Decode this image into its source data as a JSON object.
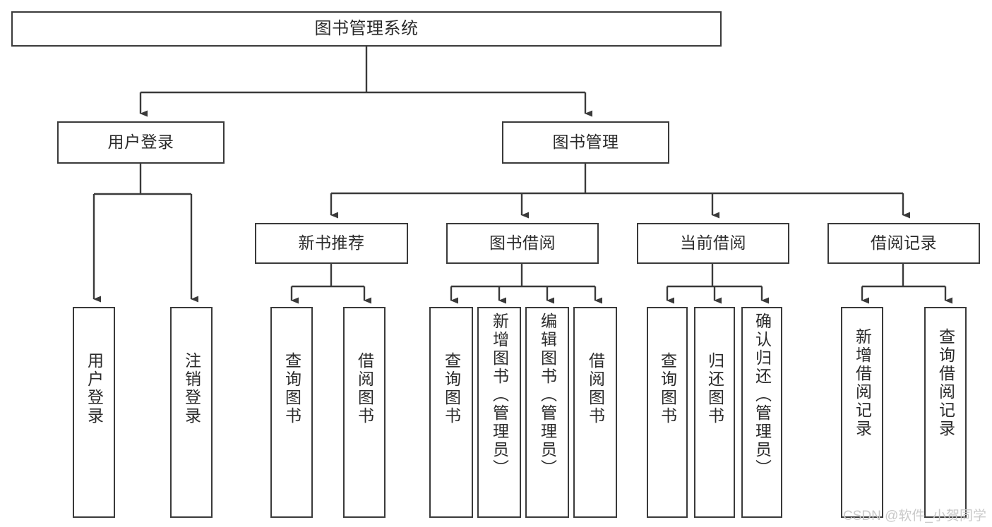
{
  "diagram": {
    "title": "图书管理系统",
    "type": "tree",
    "orientation": "top-down",
    "stroke_color": "#3a3a3a",
    "fill_color": "#ffffff",
    "text_color": "#2b2b2b"
  },
  "watermark": {
    "text": "CSDN @软件_小贺同学",
    "color": "#c9c9c9"
  },
  "nodes": {
    "root": {
      "label": "图书管理系统"
    },
    "level1": [
      {
        "label": "用户登录"
      },
      {
        "label": "图书管理"
      }
    ],
    "level2": [
      {
        "label": "新书推荐"
      },
      {
        "label": "图书借阅"
      },
      {
        "label": "当前借阅"
      },
      {
        "label": "借阅记录"
      }
    ],
    "leaves_user_login": [
      {
        "label": "用户登录"
      },
      {
        "label": "注销登录"
      }
    ],
    "leaves_new_book": [
      {
        "label": "查询图书"
      },
      {
        "label": "借阅图书"
      }
    ],
    "leaves_borrow": [
      {
        "label": "查询图书"
      },
      {
        "label": "新增图书（管理员）"
      },
      {
        "label": "编辑图书（管理员）"
      },
      {
        "label": "借阅图书"
      }
    ],
    "leaves_current": [
      {
        "label": "查询图书"
      },
      {
        "label": "归还图书"
      },
      {
        "label": "确认归还（管理员）"
      }
    ],
    "leaves_record": [
      {
        "label": "新增借阅记录"
      },
      {
        "label": "查询借阅记录"
      }
    ]
  }
}
